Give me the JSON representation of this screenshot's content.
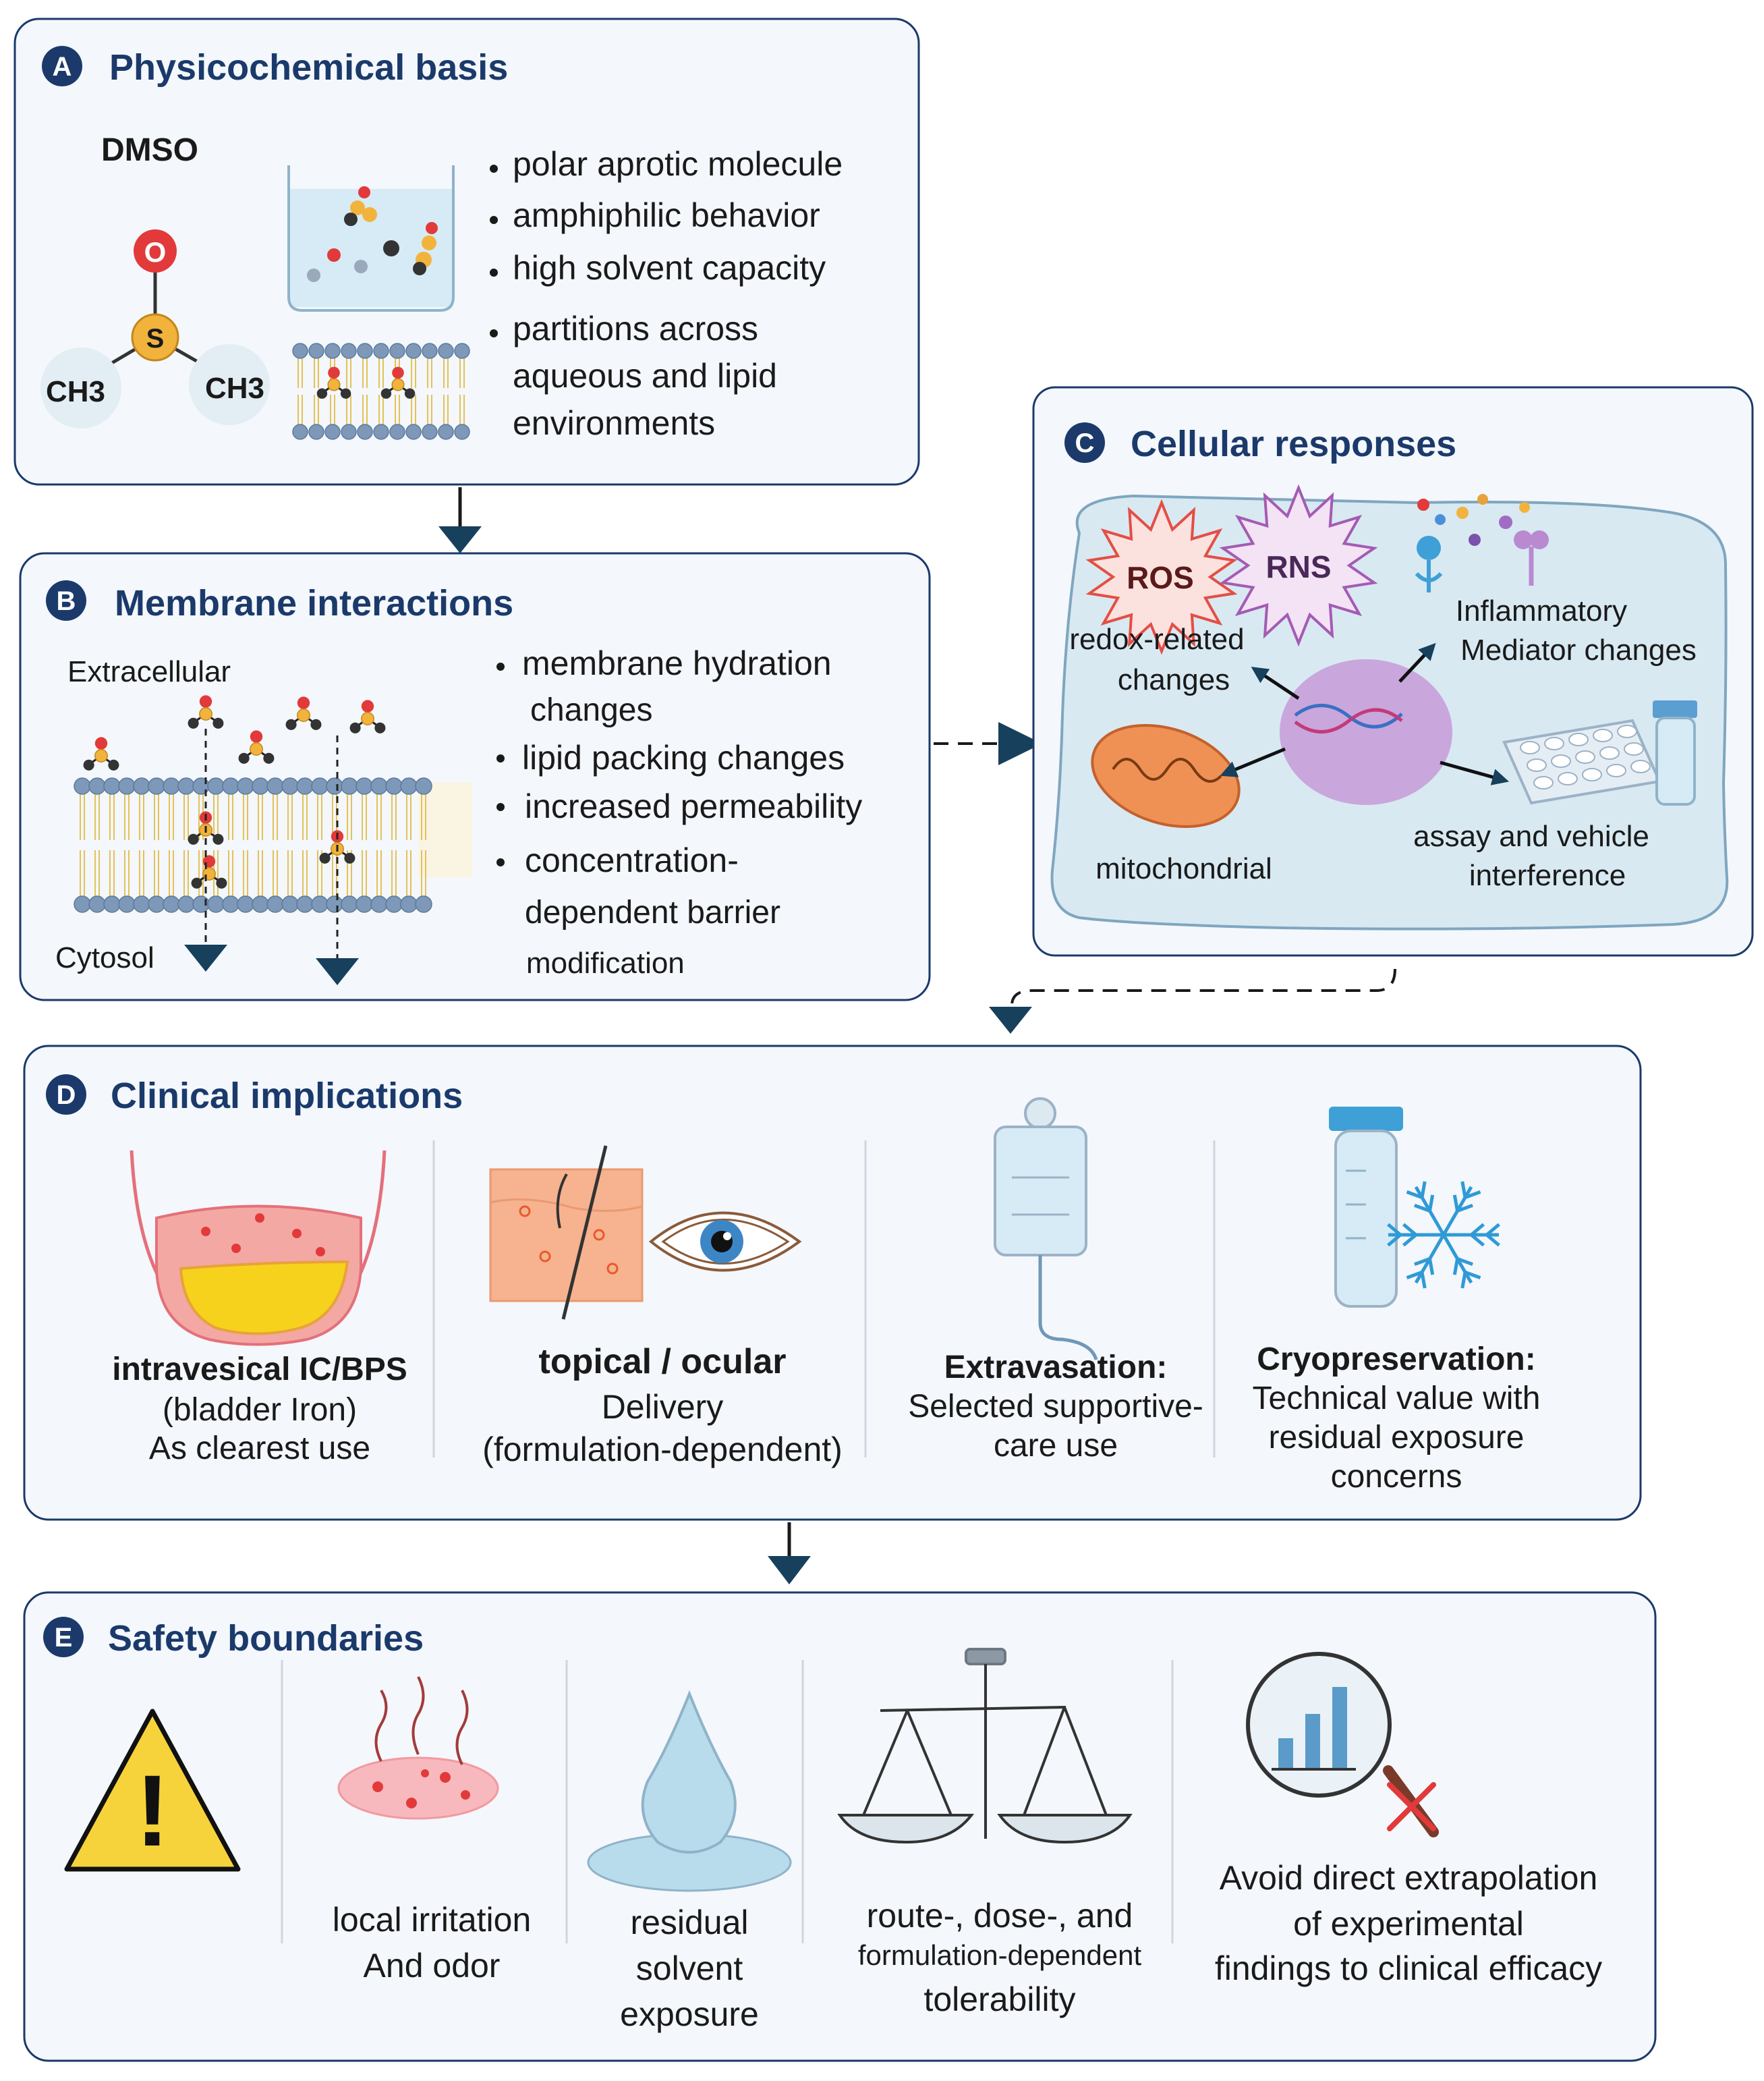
{
  "panel_a": {
    "badge": "A",
    "title": "Physicochemical basis",
    "molecule_name": "DMSO",
    "atoms": {
      "oxygen": "O",
      "sulfur": "S",
      "methyl_left": "CH3",
      "methyl_right": "CH3"
    },
    "bullets": [
      "polar aprotic molecule",
      "amphiphilic behavior",
      "high solvent capacity"
    ],
    "bullet4_lines": [
      "partitions across",
      "aqueous and lipid",
      "environments"
    ]
  },
  "panel_b": {
    "badge": "B",
    "title": "Membrane interactions",
    "extracellular_label": "Extracellular",
    "cytosol_label": "Cytosol",
    "bullet_lines": [
      [
        "membrane hydration",
        "changes"
      ],
      [
        "lipid packing changes"
      ],
      [
        "increased permeability"
      ],
      [
        "concentration-",
        "dependent barrier",
        "modification"
      ]
    ]
  },
  "panel_c": {
    "badge": "C",
    "title": "Cellular responses",
    "ros": "ROS",
    "rns": "RNS",
    "redox_lines": [
      "redox-related",
      "changes"
    ],
    "inflammatory_lines": [
      "Inflammatory",
      "Mediator changes"
    ],
    "mitochondrial": "mitochondrial",
    "assay_lines": [
      "assay and vehicle",
      "interference"
    ]
  },
  "panel_d": {
    "badge": "D",
    "title": "Clinical implications",
    "item1": {
      "bold": "intravesical IC/BPS",
      "lines": [
        "(bladder Iron)",
        "As clearest use"
      ]
    },
    "item2": {
      "bold": "topical / ocular",
      "lines": [
        "Delivery",
        "(formulation-dependent)"
      ]
    },
    "item3": {
      "bold": "Extravasation:",
      "lines": [
        "Selected supportive-",
        "care use"
      ]
    },
    "item4": {
      "bold": "Cryopreservation:",
      "lines": [
        "Technical value with",
        "residual exposure",
        "concerns"
      ]
    }
  },
  "panel_e": {
    "badge": "E",
    "title": "Safety boundaries",
    "warning_symbol": "!",
    "item1_lines": [
      "local irritation",
      "And odor"
    ],
    "item2_lines": [
      "residual",
      "solvent",
      "exposure"
    ],
    "item3_lines": [
      "route-, dose-, and",
      "formulation-dependent",
      "tolerability"
    ],
    "item4_lines": [
      "Avoid direct extrapolation",
      "of experimental",
      "findings to clinical efficacy"
    ]
  },
  "colors": {
    "navy": "#1b3a6b",
    "panel_bg": "#f4f7fb",
    "arrow": "#17405c",
    "oxygen": "#e23a3a",
    "sulfur": "#f2b33d",
    "membrane_head": "#7d98b8",
    "lipid_tail": "#e3c25a",
    "mito": "#ef9155",
    "nucleus": "#c9a6dc",
    "bladder": "#f3a8a4",
    "urine": "#f6d21d",
    "water": "#b9dcec",
    "warning": "#f7d33b"
  }
}
